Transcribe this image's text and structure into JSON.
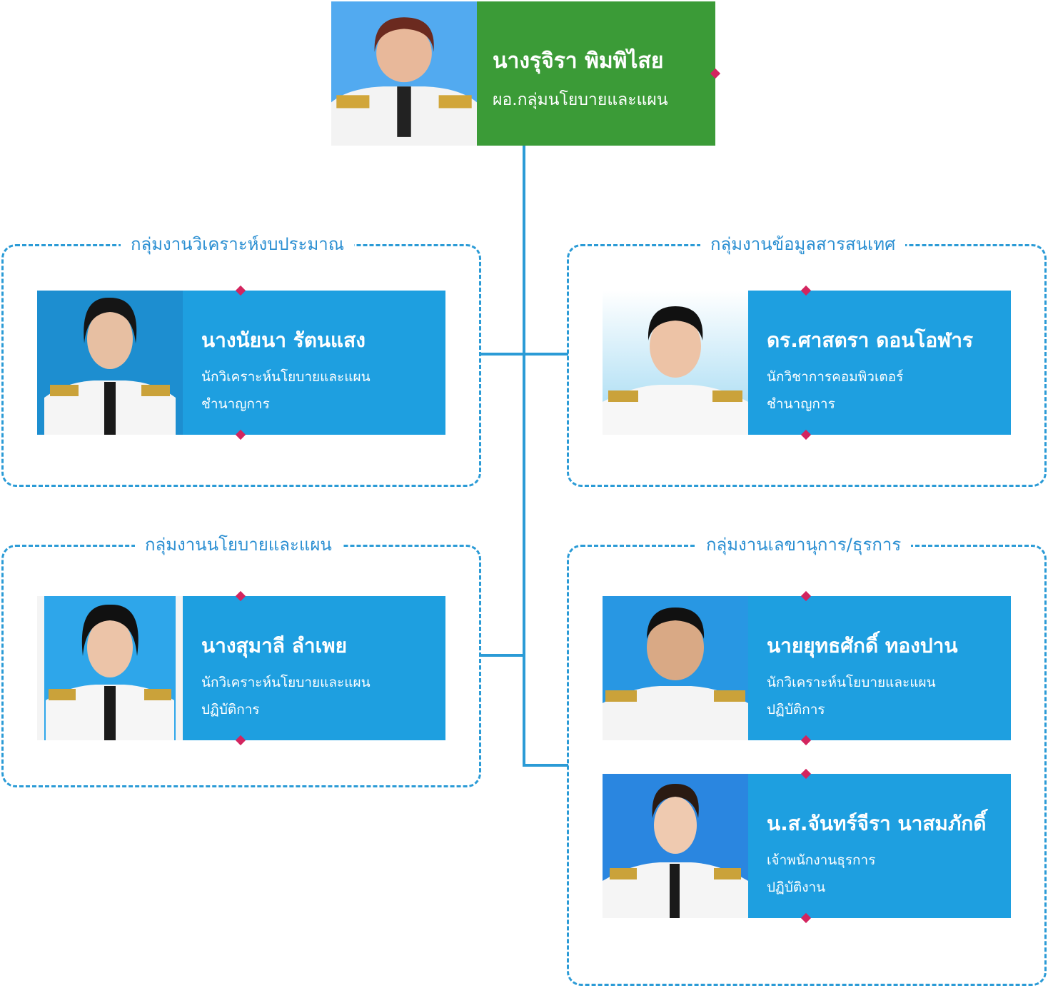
{
  "head": {
    "name": "นางรุจิรา พิมพิไสย",
    "role": "ผอ.กลุ่มนโยบายและแผน",
    "photo_bg": "#52aaf0",
    "accent": "#3b9b37"
  },
  "groups": [
    {
      "title": "กลุ่มงานวิเคราะห์งบประมาณ",
      "members": [
        {
          "name": "นางนัยนา รัตนแสง",
          "role": "นักวิเคราะห์นโยบายและแผน",
          "level": "ชำนาญการ"
        }
      ]
    },
    {
      "title": "กลุ่มงานข้อมูลสารสนเทศ",
      "members": [
        {
          "name": "ดร.ศาสตรา ดอนโอฬาร",
          "role": "นักวิชาการคอมพิวเตอร์",
          "level": "ชำนาญการ"
        }
      ]
    },
    {
      "title": "กลุ่มงานนโยบายและแผน",
      "members": [
        {
          "name": "นางสุมาลี ลำเพย",
          "role": "นักวิเคราะห์นโยบายและแผน",
          "level": "ปฏิบัติการ"
        }
      ]
    },
    {
      "title": "กลุ่มงานเลขานุการ/ธุรการ",
      "members": [
        {
          "name": "นายยุทธศักดิ์ ทองปาน",
          "role": "นักวิเคราะห์นโยบายและแผน",
          "level": "ปฏิบัติการ"
        },
        {
          "name": "น.ส.จันทร์จีรา นาสมภักดิ์",
          "role": "เจ้าพนักงานธุรการ",
          "level": "ปฏิบัติงาน"
        }
      ]
    }
  ],
  "colors": {
    "card": "#1e9fe0",
    "line": "#2b9bd6",
    "notch": "#d3255f"
  }
}
